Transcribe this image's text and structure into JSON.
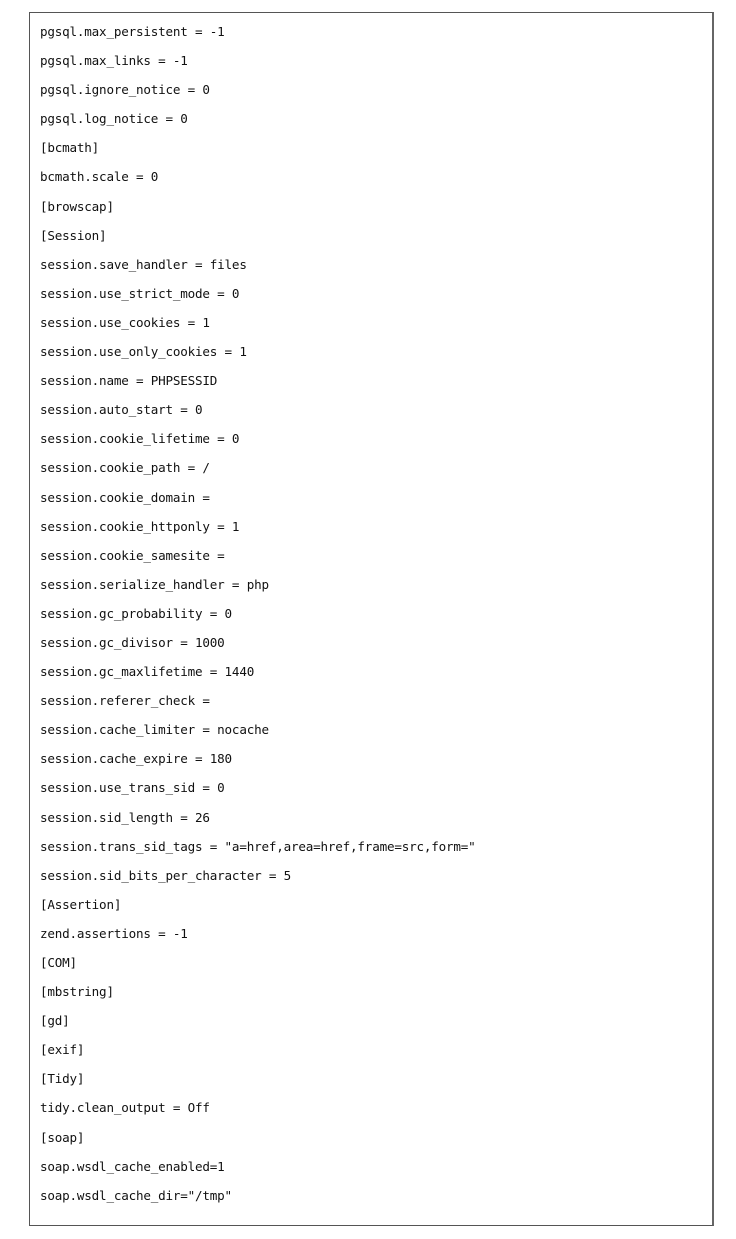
{
  "document": {
    "lines": [
      "pgsql.max_persistent = -1",
      "pgsql.max_links = -1",
      "pgsql.ignore_notice = 0",
      "pgsql.log_notice = 0",
      "[bcmath]",
      "bcmath.scale = 0",
      "[browscap]",
      "[Session]",
      "session.save_handler = files",
      "session.use_strict_mode = 0",
      "session.use_cookies = 1",
      "session.use_only_cookies = 1",
      "session.name = PHPSESSID",
      "session.auto_start = 0",
      "session.cookie_lifetime = 0",
      "session.cookie_path = /",
      "session.cookie_domain =",
      "session.cookie_httponly = 1",
      "session.cookie_samesite =",
      "session.serialize_handler = php",
      "session.gc_probability = 0",
      "session.gc_divisor = 1000",
      "session.gc_maxlifetime = 1440",
      "session.referer_check =",
      "session.cache_limiter = nocache",
      "session.cache_expire = 180",
      "session.use_trans_sid = 0",
      "session.sid_length = 26",
      "session.trans_sid_tags = \"a=href,area=href,frame=src,form=\"",
      "session.sid_bits_per_character = 5",
      "[Assertion]",
      "zend.assertions = -1",
      "[COM]",
      "[mbstring]",
      "[gd]",
      "[exif]",
      "[Tidy]",
      "tidy.clean_output = Off",
      "[soap]",
      "soap.wsdl_cache_enabled=1",
      "soap.wsdl_cache_dir=\"/tmp\""
    ]
  }
}
